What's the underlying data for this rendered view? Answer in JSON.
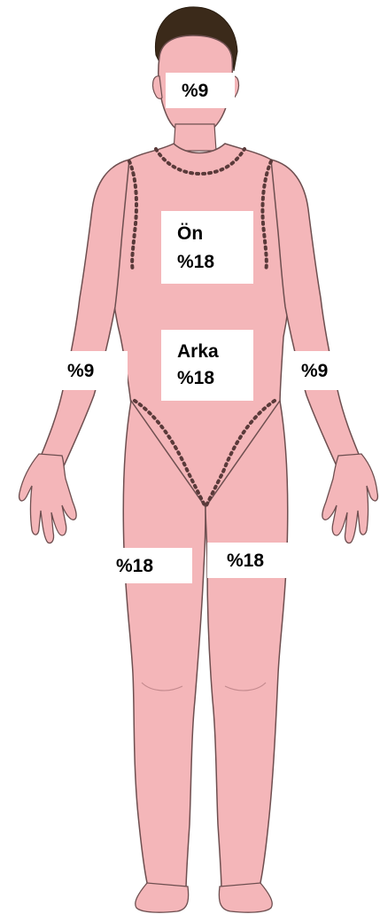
{
  "colors": {
    "skin": "#f4b6b9",
    "outline": "#6e4f50",
    "hair": "#3b2a1a",
    "seam": "#5a3a3a",
    "label_bg": "#ffffff",
    "label_text": "#000000"
  },
  "labels": {
    "head": {
      "percent": "%9"
    },
    "front_trunk": {
      "name": "Ön",
      "percent": "%18"
    },
    "back_trunk": {
      "name": "Arka",
      "percent": "%18"
    },
    "left_arm": {
      "percent": "%9"
    },
    "right_arm": {
      "percent": "%9"
    },
    "left_leg": {
      "percent": "%18"
    },
    "right_leg": {
      "percent": "%18"
    }
  }
}
